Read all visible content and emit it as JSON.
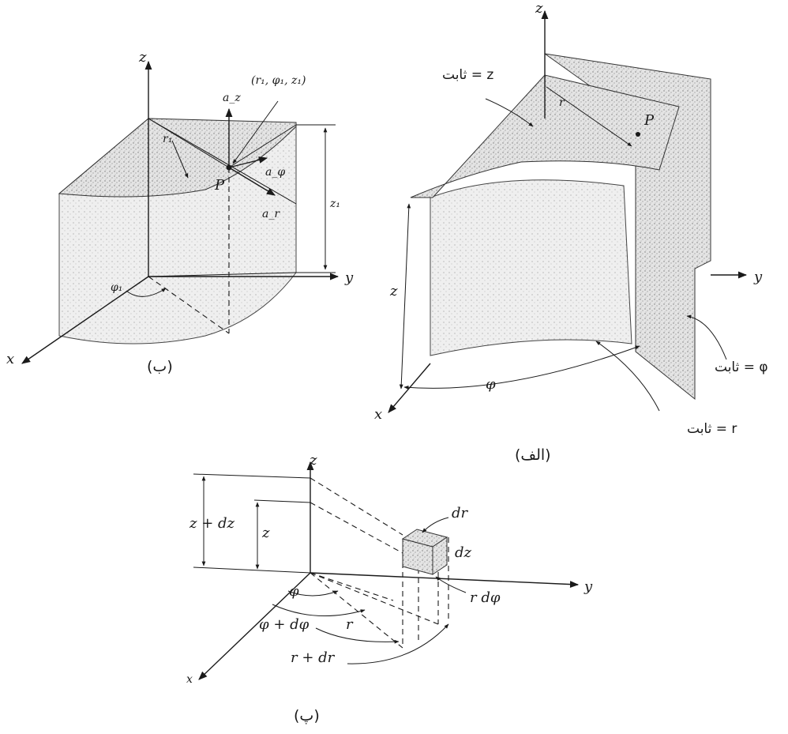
{
  "figure_b": {
    "axis_z": "z",
    "axis_y": "y",
    "axis_x": "x",
    "point_coords": "(r₁, φ₁, z₁)",
    "point": "P",
    "radius": "r₁",
    "angle": "φ₁",
    "height": "z₁",
    "unit_z": "a_z",
    "unit_phi": "a_φ",
    "unit_r": "a_r",
    "caption": "(ب)"
  },
  "figure_alef": {
    "axis_z": "z",
    "axis_y": "y",
    "axis_x": "x",
    "label_z_const": "ثابت = z",
    "label_phi_const": "ثابت = φ",
    "label_r_const": "ثابت = r",
    "point": "P",
    "radius": "r",
    "height": "z",
    "angle": "φ",
    "caption": "(الف)"
  },
  "figure_pe": {
    "axis_z": "z",
    "axis_y": "y",
    "axis_x": "x",
    "z_plus_dz": "z + dz",
    "z": "z",
    "dr": "dr",
    "dz": "dz",
    "r_dphi": "r dφ",
    "phi": "φ",
    "phi_plus_dphi": "φ + dφ",
    "r": "r",
    "r_plus_dr": "r + dr",
    "caption": "(پ)"
  }
}
